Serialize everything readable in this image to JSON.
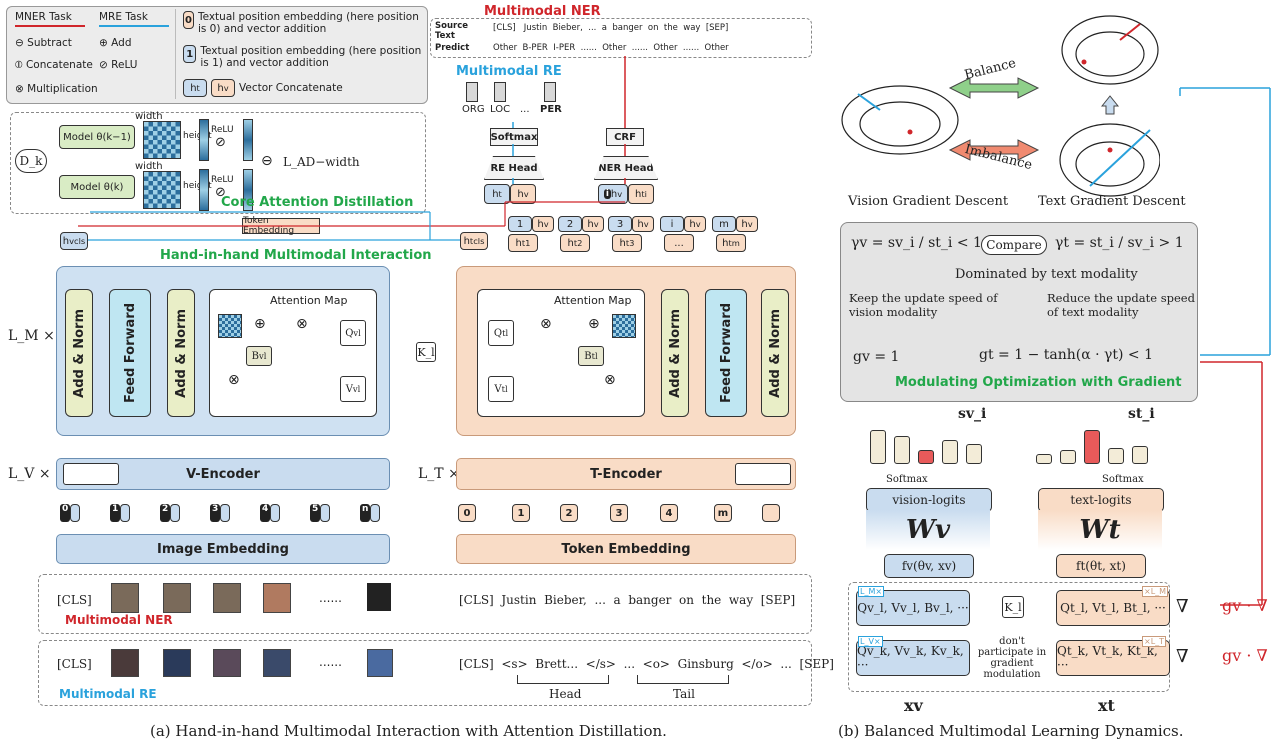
{
  "legend": {
    "mner_task": "MNER Task",
    "mre_task": "MRE Task",
    "subtract": "Subtract",
    "add": "Add",
    "concatenate": "Concatenate",
    "relu": "ReLU",
    "multiplication": "Multiplication",
    "pos0_desc": "Textual position embedding (here position is 0) and vector addition",
    "pos1_desc": "Textual position embedding (here position is 1) and vector addition",
    "concat_desc": "Vector Concatenate"
  },
  "distill": {
    "dk": "D_k",
    "model_prev": "Model θ(k−1)",
    "model_curr": "Model θ(k)",
    "width": "width",
    "height": "height",
    "relu": "ReLU",
    "loss": "L_AD−width",
    "title": "Core Attention Distillation"
  },
  "heads": {
    "mner_title": "Multimodal NER",
    "mre_title": "Multimodal RE",
    "source_label": "Source Text",
    "predict_label": "Predict",
    "source_tokens": "[CLS]   Justin  Bieber,  ...  a  banger  on  the  way  [SEP]",
    "predict_tokens": "Other  B-PER  I-PER  ......  Other  ......  Other  ......  Other",
    "classes": [
      "ORG",
      "LOC",
      "...",
      "PER"
    ],
    "softmax": "Softmax",
    "crf": "CRF",
    "re_head": "RE Head",
    "ner_head": "NER Head",
    "token_embedding": "Token Embedding"
  },
  "interaction": {
    "title": "Hand-in-hand Multimodal Interaction",
    "lm": "L_M ×",
    "lv": "L_V ×",
    "lt": "L_T ×",
    "add_norm": "Add & Norm",
    "feed_forward": "Feed Forward",
    "attention_map": "Attention Map",
    "kl": "K_l",
    "v_encoder": "V-Encoder",
    "t_encoder": "T-Encoder",
    "image_embedding": "Image Embedding",
    "token_embedding": "Token Embedding",
    "v_positions": [
      "0",
      "1",
      "2",
      "3",
      "4",
      "5",
      "n"
    ],
    "t_positions": [
      "0",
      "1",
      "2",
      "3",
      "4",
      "m",
      ""
    ]
  },
  "inputs": {
    "ner_cls": "[CLS]",
    "ner_text": "[CLS]  Justin  Bieber,  ...  a  banger  on  the  way  [SEP]",
    "ner_label": "Multimodal NER",
    "re_cls": "[CLS]",
    "re_text": "[CLS]  <s>  Brett...  </s>  ...  <o>  Ginsburg  </o>  ...  [SEP]",
    "re_label": "Multimodal RE",
    "head": "Head",
    "tail": "Tail",
    "dots": "......"
  },
  "dynamics": {
    "balance": "Balance",
    "imbalance": "Imbalance",
    "vision_gd": "Vision Gradient Descent",
    "text_gd": "Text Gradient Descent",
    "gamma_v": "γv = sv_i / st_i < 1",
    "compare": "Compare",
    "gamma_t": "γt = st_i / sv_i > 1",
    "dominated": "Dominated by text modality",
    "keep": "Keep the update speed of vision modality",
    "reduce": "Reduce the update speed of text modality",
    "gv": "gv = 1",
    "gt": "gt = 1 − tanh(α · γt) < 1",
    "mod_title": "Modulating Optimization with Gradient",
    "sv": "sv_i",
    "st": "st_i",
    "softmax": "Softmax",
    "vision_logits": "vision-logits",
    "text_logits": "text-logits",
    "wv": "Wv",
    "wt": "Wt",
    "fv": "fv(θv, xv)",
    "ft": "ft(θt, xt)",
    "qv_l": "Qv_l, Vv_l, Bv_l, ···",
    "qt_l": "Qt_l, Vt_l, Bt_l, ···",
    "qv_k": "Qv_k, Vv_k, Kv_k, ···",
    "qt_k": "Qt_k, Vt_k, Kt_k, ···",
    "kl": "K_l",
    "no_part": "don't participate in gradient modulation",
    "nabla": "∇",
    "gv_nabla": "gv · ∇",
    "xv": "xv",
    "xt": "xt",
    "lm_tag": "L_M×",
    "lv_tag": "L_V×",
    "lt_tag": "×L_T",
    "lm_tag_r": "×L_M"
  },
  "captions": {
    "a": "(a) Hand-in-hand Multimodal Interaction with Attention Distillation.",
    "b": "(b) Balanced Multimodal Learning Dynamics."
  },
  "colors": {
    "mner": "#d0262b",
    "mre": "#2aa2dc",
    "green_title": "#22a74a",
    "vision": "#c9dcef",
    "text": "#f9dcc6"
  }
}
